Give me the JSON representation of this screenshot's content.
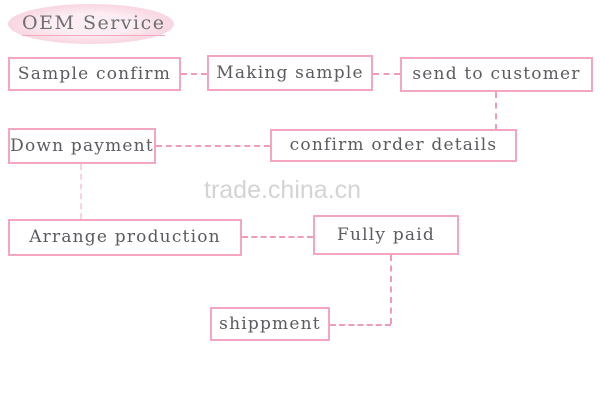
{
  "title": {
    "text": "OEM Service"
  },
  "watermark": {
    "text": "trade.china.cn"
  },
  "colors": {
    "box_border": "#f4a6bf",
    "connector": "#f09cb8",
    "connector_faint": "#f9d3de",
    "title_ellipse": "#f8d3de",
    "text": "#5b5b60",
    "watermark": "#d4d4d6",
    "background": "#ffffff"
  },
  "flowchart": {
    "nodes": [
      {
        "id": "sample-confirm",
        "label": "Sample confirm"
      },
      {
        "id": "making-sample",
        "label": "Making sample"
      },
      {
        "id": "send-to-customer",
        "label": "send to customer"
      },
      {
        "id": "confirm-order",
        "label": "confirm order details"
      },
      {
        "id": "down-payment",
        "label": "Down payment"
      },
      {
        "id": "arrange-production",
        "label": "Arrange production"
      },
      {
        "id": "fully-paid",
        "label": "Fully paid"
      },
      {
        "id": "shippment",
        "label": "shippment"
      }
    ],
    "connectors": [
      {
        "from": "sample-confirm",
        "to": "making-sample",
        "style": "dashed"
      },
      {
        "from": "making-sample",
        "to": "send-to-customer",
        "style": "dashed"
      },
      {
        "from": "send-to-customer",
        "to": "confirm-order",
        "style": "dashed"
      },
      {
        "from": "confirm-order",
        "to": "down-payment",
        "style": "dashed"
      },
      {
        "from": "down-payment",
        "to": "arrange-production",
        "style": "dashed"
      },
      {
        "from": "arrange-production",
        "to": "fully-paid",
        "style": "dashed"
      },
      {
        "from": "fully-paid",
        "to": "shippment",
        "style": "dashed"
      }
    ]
  }
}
